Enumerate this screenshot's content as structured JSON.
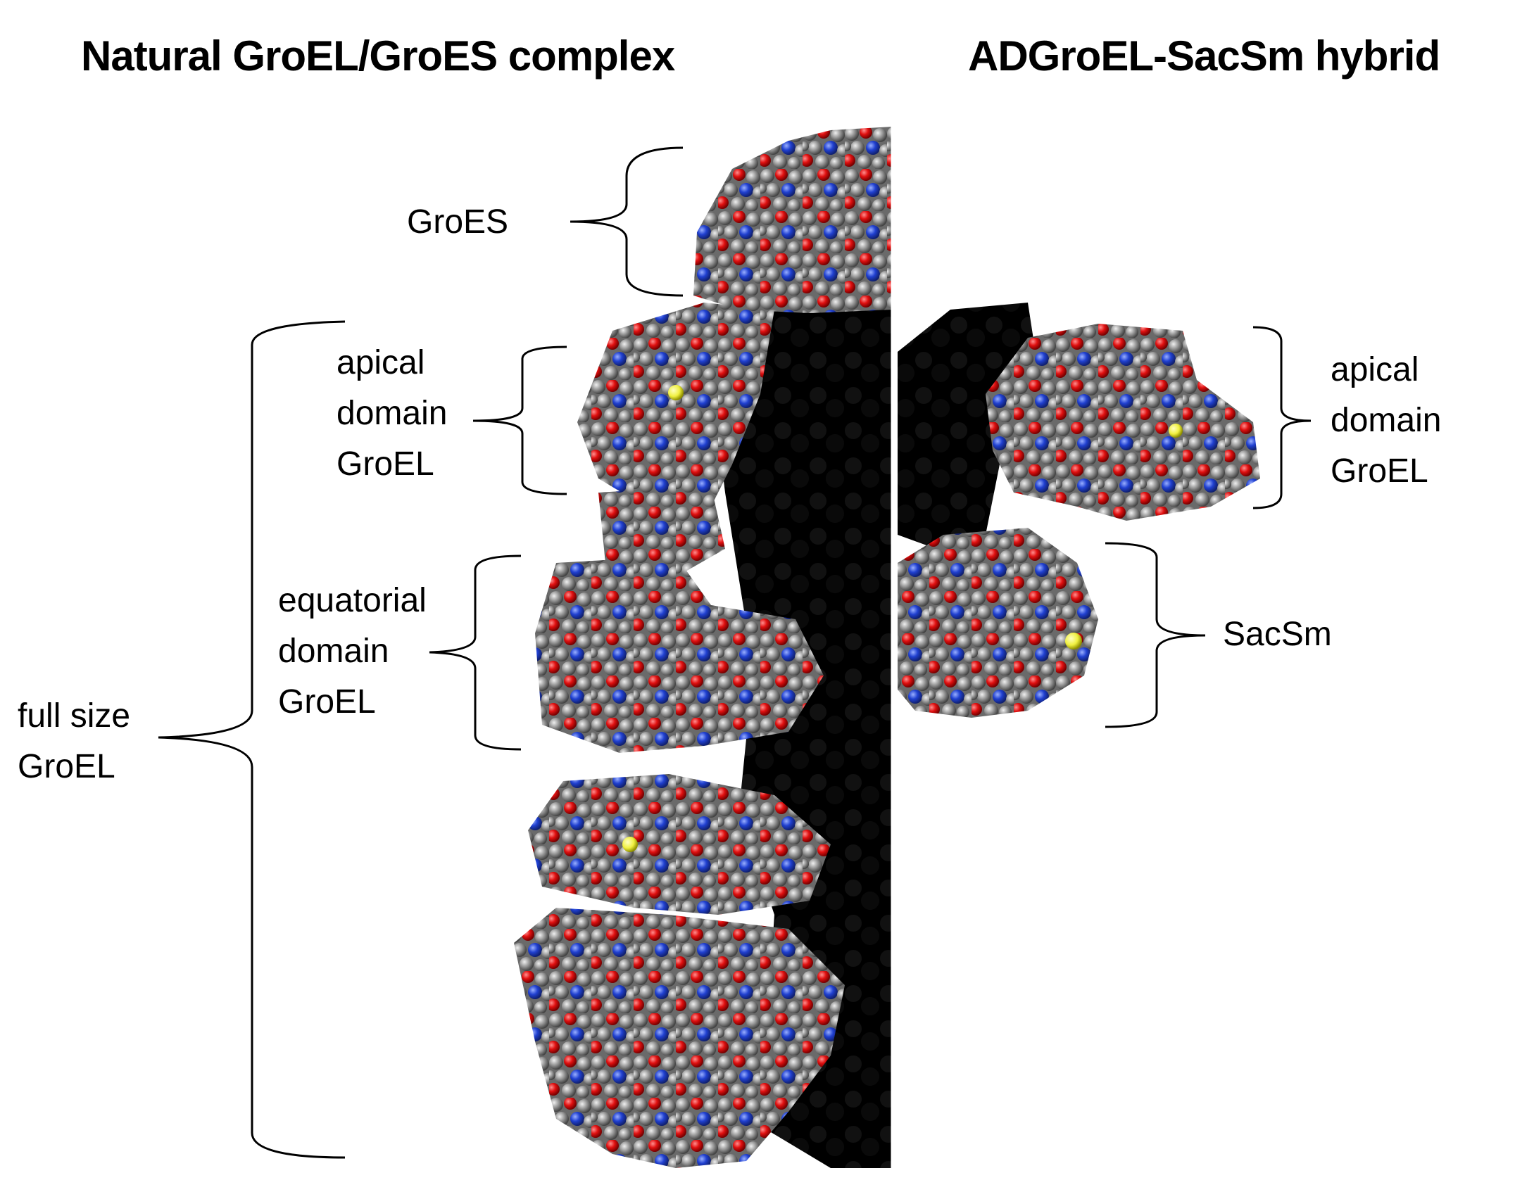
{
  "titles": {
    "left": "Natural GroEL/GroES complex",
    "right": "ADGroEL-SacSm hybrid"
  },
  "left_panel": {
    "labels": {
      "groes": "GroES",
      "apical": [
        "apical",
        "domain",
        "GroEL"
      ],
      "equatorial": [
        "equatorial",
        "domain",
        "GroEL"
      ],
      "full_size": [
        "full size",
        "GroEL"
      ]
    }
  },
  "right_panel": {
    "labels": {
      "apical": [
        "apical",
        "domain",
        "GroEL"
      ],
      "sacsm": "SacSm"
    }
  },
  "colors": {
    "carbon": "#8a8a8a",
    "oxygen": "#e01010",
    "nitrogen": "#2040d0",
    "sulfur": "#f0f040",
    "background_protein": "#000000",
    "divider": "#ffffff"
  }
}
